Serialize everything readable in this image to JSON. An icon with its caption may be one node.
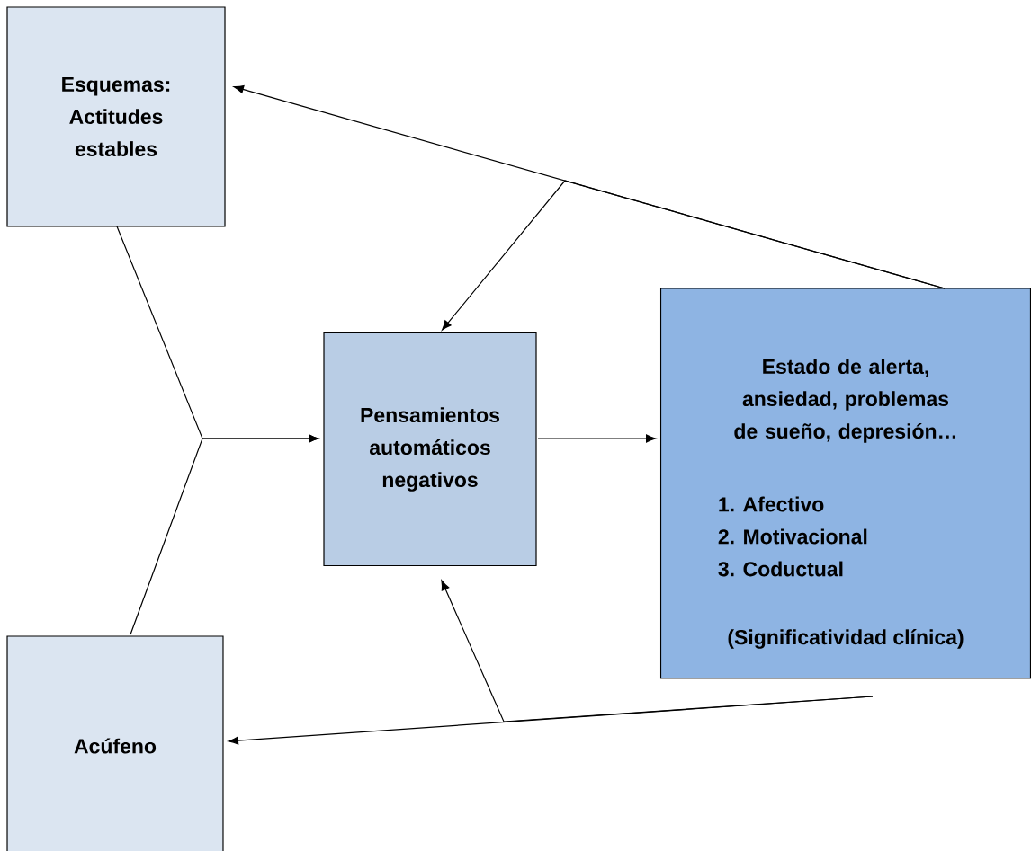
{
  "diagram": {
    "nodes": [
      {
        "text": [
          "Esquemas: Actitudes estables"
        ]
      },
      {
        "text": [
          "Pensamientos automáticos negativos"
        ]
      },
      {
        "text": [
          "Estado de alerta, ansiedad, problemas de sueño, depresión…",
          "1. Afectivo",
          "2. Motivacional",
          "3. Coductual",
          "(Significatividad clínica)"
        ]
      },
      {
        "text": [
          "Acúfeno"
        ]
      }
    ],
    "edges": [
      {
        "from": 0,
        "to": 1,
        "arrow": "to"
      },
      {
        "from": 3,
        "to": 1,
        "arrow": "to"
      },
      {
        "from": 1,
        "to": 2,
        "arrow": "to"
      },
      {
        "from": 2,
        "to": 0,
        "arrow": "to"
      },
      {
        "from": 2,
        "to": 1,
        "arrow": "to"
      },
      {
        "from": 2,
        "to": 3,
        "arrow": "to"
      },
      {
        "from": 2,
        "to": 1,
        "arrow": "to"
      }
    ]
  }
}
